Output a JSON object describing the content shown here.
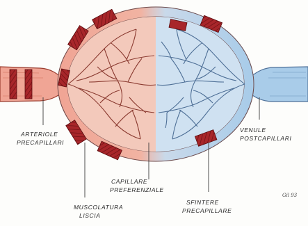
{
  "labels": {
    "arteriole_1": "ARTERIOLE",
    "arteriole_2": "PRECAPILLARI",
    "venule_1": "VENULE",
    "venule_2": "POSTCAPILLARI",
    "capillare_1": "CAPILLARE",
    "capillare_2": "PREFERENZIALE",
    "muscolatura_1": "MUSCOLATURA",
    "muscolatura_2": "LISCIA",
    "sfintere_1": "SFINTERE",
    "sfintere_2": "PRECAPILLARE"
  },
  "signature": "Gil 93",
  "colors": {
    "arterial": "#f0a595",
    "arterial_outline": "#9a3b2d",
    "venous": "#a9cce9",
    "venous_outline": "#4f7199",
    "muscle_band": "#a8262a"
  },
  "icons": {
    "arteriole": "arteriole-vessel",
    "venule": "venule-vessel",
    "sphincter": "precapillary-sphincter"
  }
}
